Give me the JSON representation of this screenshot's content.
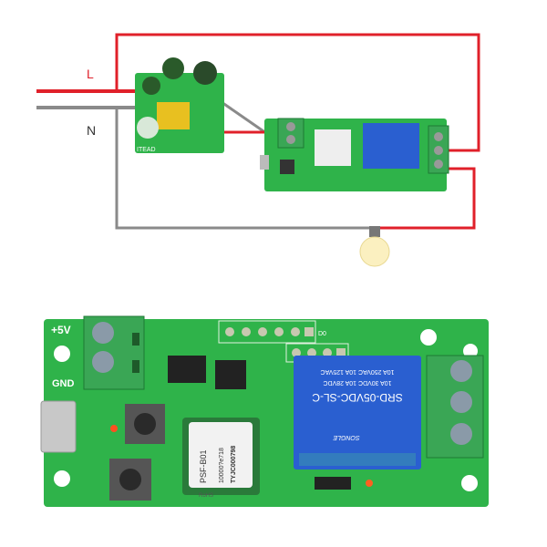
{
  "wiring": {
    "live_label": "L",
    "neutral_label": "N",
    "power_module_brand": "ITEAD",
    "colors": {
      "live_wire": "#e0202a",
      "neutral_wire": "#8a8a8a",
      "pcb": "#2fb34a",
      "terminal": "#3aa655",
      "relay": "#2a5fd0"
    }
  },
  "board": {
    "vcc_label": "+5V",
    "gnd_label": "GND",
    "header_label": "D0",
    "relay_model": "SRD-05VDC-SL-C",
    "relay_rating_1": "10A 250VAC  10A 125VAC",
    "relay_rating_2": "10A 30VDC  10A 28VDC",
    "relay_brand": "SONGLE",
    "module_model": "PSF-B01",
    "module_serial_1": "10000?e718",
    "module_serial_2": "TYJC000798",
    "module_rohs": "RoHS"
  }
}
